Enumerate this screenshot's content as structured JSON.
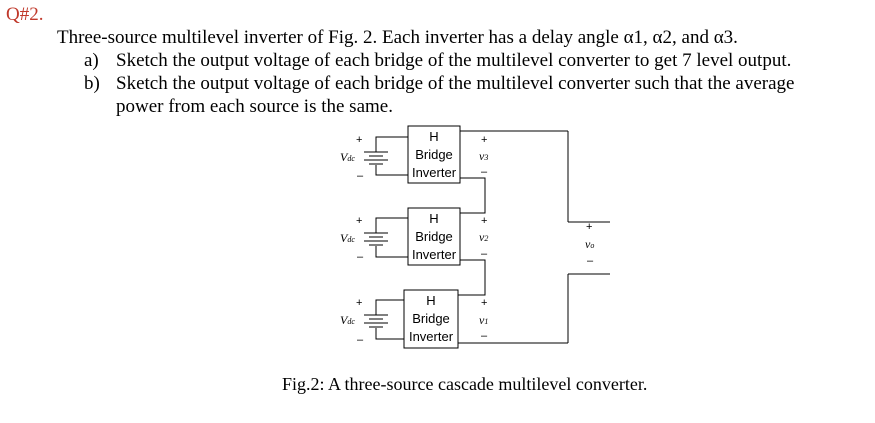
{
  "question": {
    "label": "Q#2.",
    "intro": "Three-source  multilevel inverter of Fig. 2. Each inverter has a delay angle α1, α2, and α3.",
    "items": [
      {
        "letter": "a)",
        "text": "Sketch the output voltage of each bridge of the multilevel converter to get 7 level output."
      },
      {
        "letter": "b)",
        "text": "Sketch the output voltage of each bridge of the multilevel converter such that the average",
        "continuation": "power from each source is the same."
      }
    ]
  },
  "figure": {
    "bridges": [
      {
        "line1": "H",
        "line2": "Bridge",
        "line3": "Inverter",
        "source": "V",
        "source_sub": "dc",
        "out": "v",
        "out_sub": "3"
      },
      {
        "line1": "H",
        "line2": "Bridge",
        "line3": "Inverter",
        "source": "V",
        "source_sub": "dc",
        "out": "v",
        "out_sub": "2"
      },
      {
        "line1": "H",
        "line2": "Bridge",
        "line3": "Inverter",
        "source": "V",
        "source_sub": "dc",
        "out": "v",
        "out_sub": "1"
      }
    ],
    "output": {
      "symbol": "v",
      "sub": "o"
    },
    "plus": "+",
    "minus": "–",
    "caption": "Fig.2: A three-source cascade multilevel converter."
  }
}
